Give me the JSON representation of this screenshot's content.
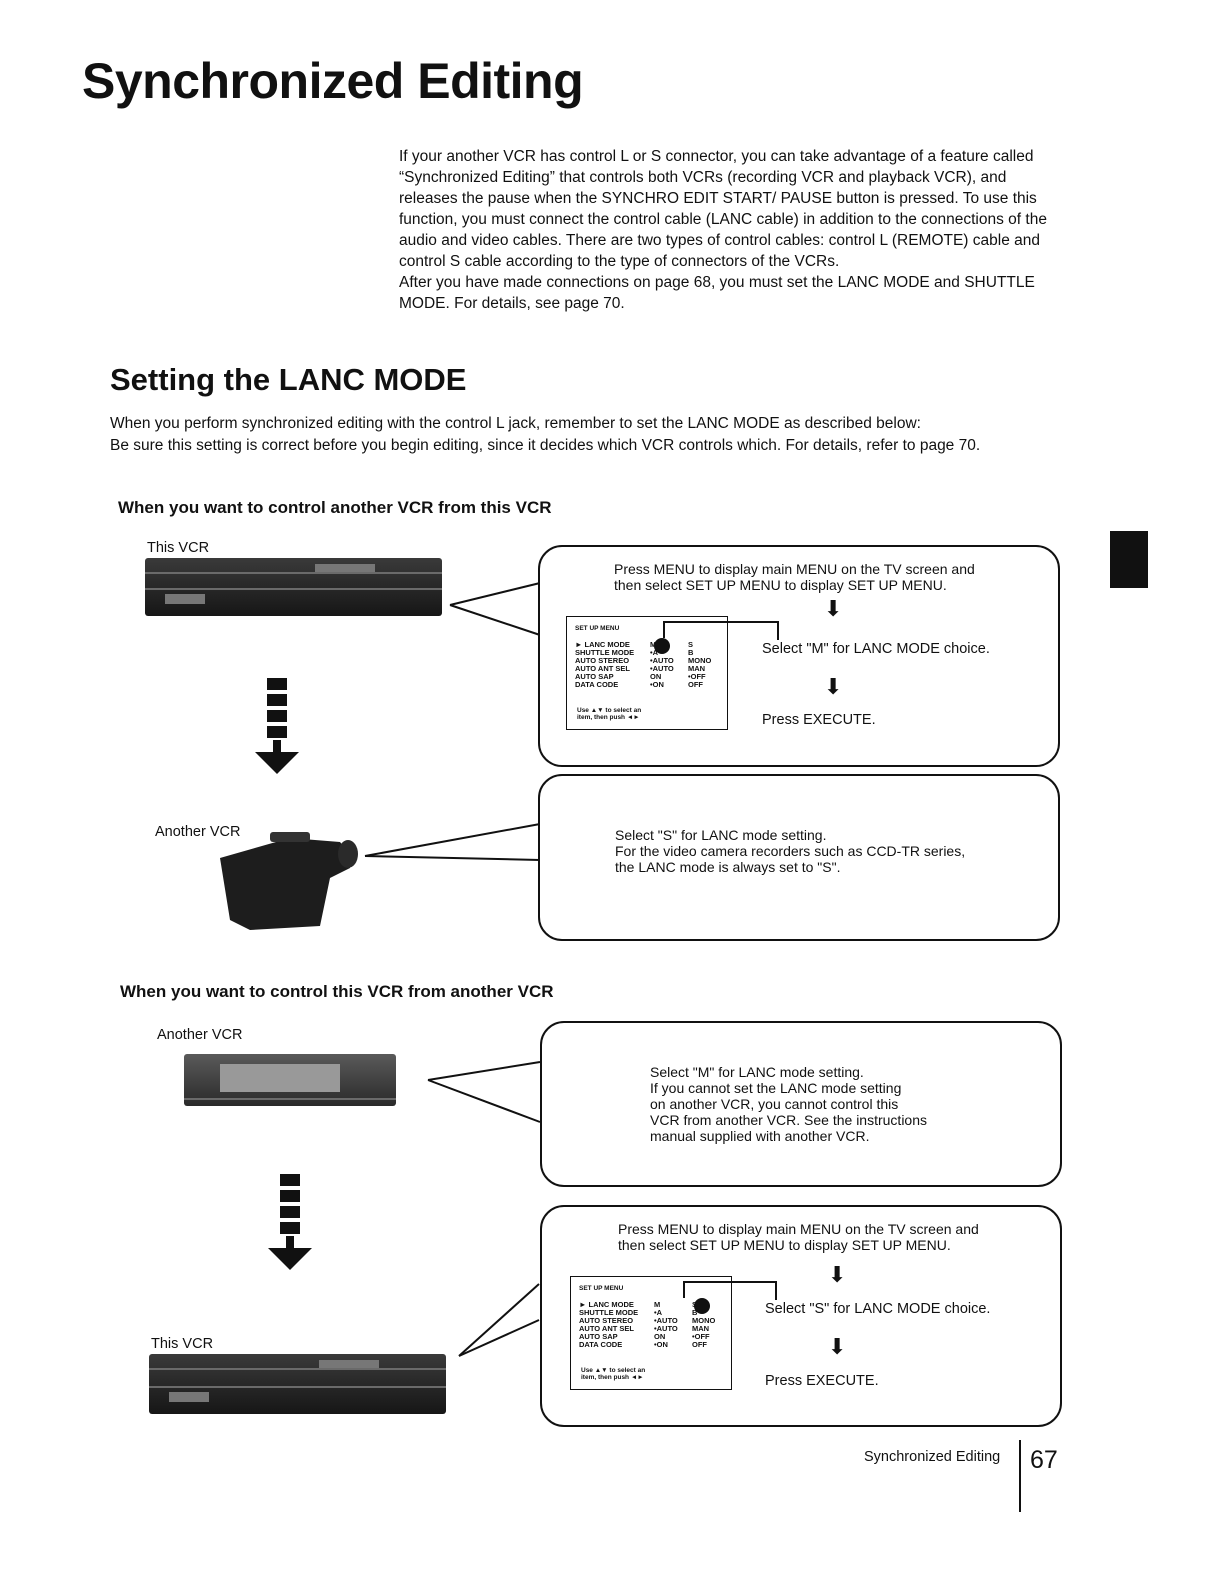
{
  "page": {
    "title": "Synchronized Editing",
    "intro": [
      "If your another VCR has control L or S connector, you can take advantage of a feature called “Synchronized Editing” that controls both VCRs (recording VCR and playback VCR), and releases the pause when the SYNCHRO EDIT START/ PAUSE button is pressed. To use this function, you must connect the control cable (LANC cable) in addition to the connections of the audio and video cables. There are two types of control cables: control L (REMOTE) cable and control S cable according to the type of connectors of the VCRs.",
      "After you have made connections on page 68, you must set the LANC MODE and SHUTTLE MODE. For details, see page 70."
    ]
  },
  "section": {
    "heading": "Setting the LANC MODE",
    "lead": [
      "When you perform synchronized editing with the control L jack, remember to set the LANC MODE as described below:",
      "Be sure this setting is correct before you begin editing, since it decides which VCR controls which. For details, refer to page 70."
    ]
  },
  "case1": {
    "heading": "When you want to control another VCR from this VCR",
    "top_label": "This VCR",
    "bottom_label": "Another VCR",
    "callout_top": {
      "line1": "Press MENU to display main MENU on the TV screen and",
      "line2": "then select SET UP MENU to display SET UP MENU.",
      "step2": "Select \"M\" for LANC MODE choice.",
      "step3": "Press EXECUTE."
    },
    "callout_bottom": {
      "line1": "Select \"S\" for LANC mode setting.",
      "line2": "For the video camera recorders such as CCD-TR series,",
      "line3": "the LANC mode is always set to \"S\"."
    },
    "menu": {
      "title": "SET UP MENU",
      "rows": [
        [
          "► LANC MODE",
          "M",
          "S"
        ],
        [
          "SHUTTLE MODE",
          "•A",
          "B"
        ],
        [
          "AUTO STEREO",
          "•AUTO",
          "MONO"
        ],
        [
          "AUTO ANT SEL",
          "•AUTO",
          "MAN"
        ],
        [
          "AUTO SAP",
          "ON",
          "•OFF"
        ],
        [
          "DATA CODE",
          "•ON",
          "OFF"
        ]
      ],
      "foot1": "Use ▲▼ to select an",
      "foot2": "item, then push ◄►"
    }
  },
  "case2": {
    "heading": "When you want to control this VCR from another VCR",
    "top_label": "Another VCR",
    "bottom_label": "This VCR",
    "callout_top": {
      "line1": "Select \"M\" for LANC mode setting.",
      "line2": "If you cannot set the LANC mode setting",
      "line3": "on another VCR, you cannot control this",
      "line4": "VCR from another VCR. See the instructions",
      "line5": "manual supplied with another VCR."
    },
    "callout_bottom": {
      "line1": "Press MENU to display main MENU on the TV screen and",
      "line2": "then select SET UP MENU to display SET UP MENU.",
      "step2": "Select \"S\" for LANC MODE choice.",
      "step3": "Press EXECUTE."
    },
    "menu": {
      "title": "SET UP MENU",
      "rows": [
        [
          "► LANC MODE",
          "M",
          "S"
        ],
        [
          "SHUTTLE MODE",
          "•A",
          "B"
        ],
        [
          "AUTO STEREO",
          "•AUTO",
          "MONO"
        ],
        [
          "AUTO ANT SEL",
          "•AUTO",
          "MAN"
        ],
        [
          "AUTO SAP",
          "ON",
          "•OFF"
        ],
        [
          "DATA CODE",
          "•ON",
          "OFF"
        ]
      ],
      "foot1": "Use ▲▼ to select an",
      "foot2": "item, then push ◄►"
    }
  },
  "footer": {
    "section": "Synchronized Editing",
    "page_number": "67"
  }
}
